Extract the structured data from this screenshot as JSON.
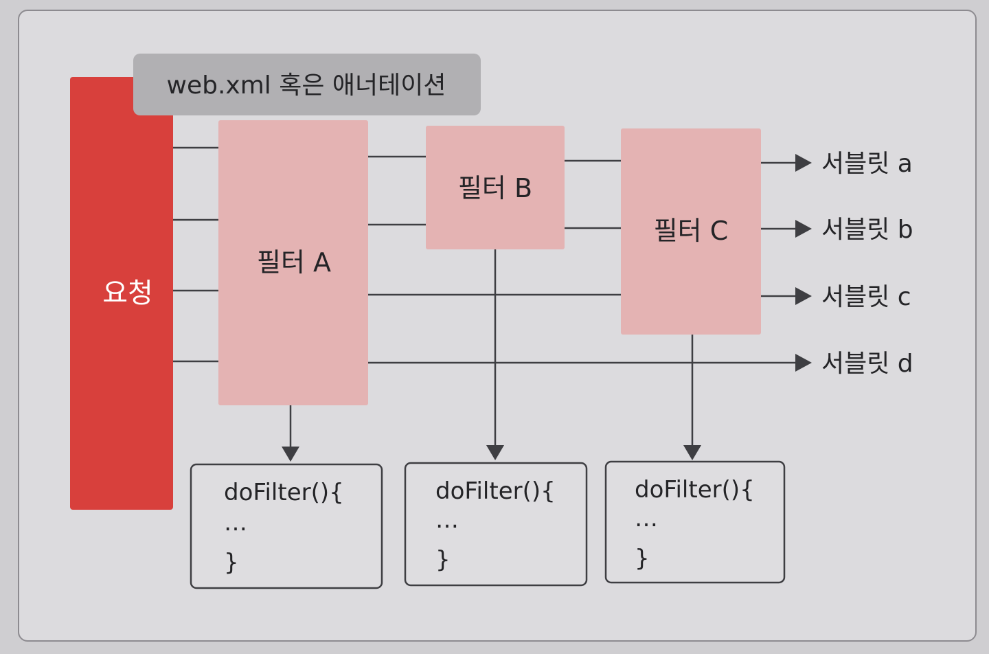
{
  "header": {
    "label": "web.xml 혹은 애너테이션"
  },
  "request": {
    "label": "요청"
  },
  "filters": [
    {
      "label": "필터 A"
    },
    {
      "label": "필터 B"
    },
    {
      "label": "필터 C"
    }
  ],
  "servlets": [
    {
      "label": "서블릿 a"
    },
    {
      "label": "서블릿 b"
    },
    {
      "label": "서블릿 c"
    },
    {
      "label": "서블릿 d"
    }
  ],
  "code_boxes": [
    {
      "line1": "doFilter(){",
      "line2": "…",
      "line3": "}"
    },
    {
      "line1": "doFilter(){",
      "line2": "…",
      "line3": "}"
    },
    {
      "line1": "doFilter(){",
      "line2": "…",
      "line3": "}"
    }
  ],
  "colors": {
    "request": "#d8403c",
    "filter": "#e4b3b3",
    "header": "#b1b0b3",
    "line": "#3e3e42"
  }
}
